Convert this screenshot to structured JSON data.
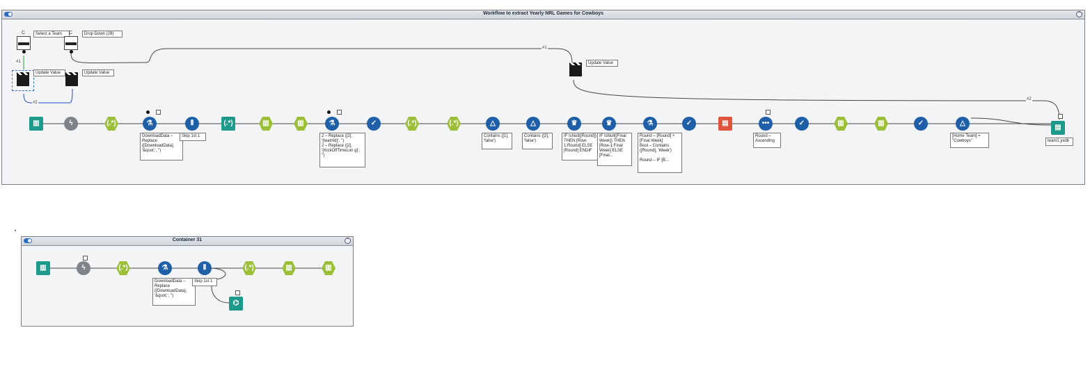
{
  "containers": [
    {
      "title": "Workflow to extract Yearly NRL Games for Cowboys"
    },
    {
      "title": "Container 31"
    }
  ],
  "interface": {
    "select_team": {
      "label": "Select a Team",
      "tag": "C"
    },
    "drop_down": {
      "label": "Drop Down (28)",
      "tag": "C"
    },
    "update_value_1": "Update Value",
    "update_value_2": "Update Value",
    "update_value_3": "Update Value"
  },
  "connection_labels": {
    "a": "#1",
    "b": "#1",
    "c": "#2",
    "d": "#2"
  },
  "notes": {
    "download_data": "DownloadData – Replace ([DownloadData], '&quot;', '')",
    "skip_1": "Skip 1st 1",
    "replace_multi": "2 – Replace ([2], '{teamId}', '')\n2 – Replace ([2], '{KickOffTimeLon g}', '')",
    "contains_1": "Contains ([1], 'false')",
    "contains_2": "Contains ([2], 'false')",
    "round_if": "IF IsNull([Round]) THEN [Row-1:Round] ELSE [Round] ENDIF",
    "final_week": "IF IsNull([Final Week]) THEN [Row-1:Final Week] ELSE [Final...",
    "round_formula": "Round – [Round] + [Final Week]\nBool – Contains ([Round], 'Week')\n\nRound – IF [B...",
    "sort_round": "Round – Ascending",
    "home_team": "[Home Team] = \"Cowboys\"",
    "output_file": "team1.yxdb",
    "c2_download": "DownloadData – Replace ([DownloadData], '&quot;', '')",
    "c2_skip": "Skip 1st 1"
  },
  "colors": {
    "teal": "#1e9a8a",
    "grey": "#7e8389",
    "lime": "#9cbf3a",
    "blue": "#1f5fa8",
    "red": "#e0533d",
    "wire": "#444444",
    "select_blue": "#2b6cc4"
  },
  "icons": {
    "input": "book-icon",
    "dynamic": "lightning-icon",
    "regex": "hex-regex-icon",
    "formula": "flask-icon",
    "texttocol": "columns-icon",
    "select": "check-icon",
    "filter": "triangle-filter-icon",
    "multirow": "crown-icon",
    "sort": "dots-icon",
    "browse": "binoculars-icon",
    "output": "document-icon"
  }
}
